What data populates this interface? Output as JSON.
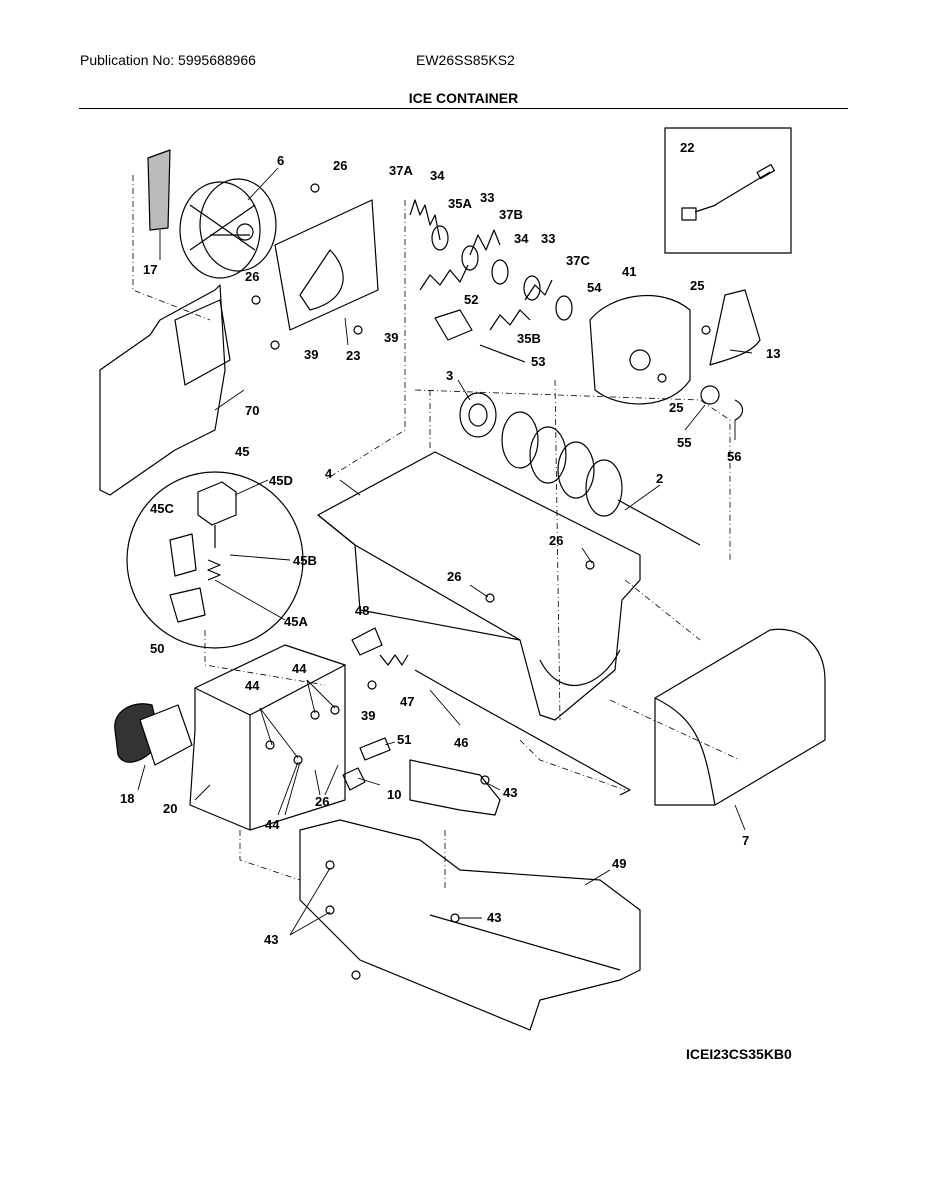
{
  "header": {
    "publication": "Publication No: 5995688966",
    "model": "EW26SS85KS2",
    "title": "ICE CONTAINER"
  },
  "footer": {
    "code": "ICEI23CS35KB0"
  },
  "labels": {
    "l6": "6",
    "l26a": "26",
    "l37a": "37A",
    "l34a": "34",
    "l35a": "35A",
    "l33a": "33",
    "l37b": "37B",
    "l34b": "34",
    "l33b": "33",
    "l37c": "37C",
    "l41": "41",
    "l25a": "25",
    "l54": "54",
    "l52": "52",
    "l35b": "35B",
    "l53": "53",
    "l13": "13",
    "l25b": "25",
    "l55": "55",
    "l56": "56",
    "l17": "17",
    "l26b": "26",
    "l39a": "39",
    "l39b": "39",
    "l23": "23",
    "l70": "70",
    "l3": "3",
    "l2": "2",
    "l4": "4",
    "l45": "45",
    "l45d": "45D",
    "l45c": "45C",
    "l45b": "45B",
    "l45a": "45A",
    "l50": "50",
    "l26c": "26",
    "l26d": "26",
    "l48": "48",
    "l44a": "44",
    "l44b": "44",
    "l47": "47",
    "l39c": "39",
    "l51": "51",
    "l46": "46",
    "l18": "18",
    "l20": "20",
    "l26e": "26",
    "l10": "10",
    "l43a": "43",
    "l44c": "44",
    "l7": "7",
    "l49": "49",
    "l43b": "43",
    "l43c": "43",
    "l22": "22"
  }
}
